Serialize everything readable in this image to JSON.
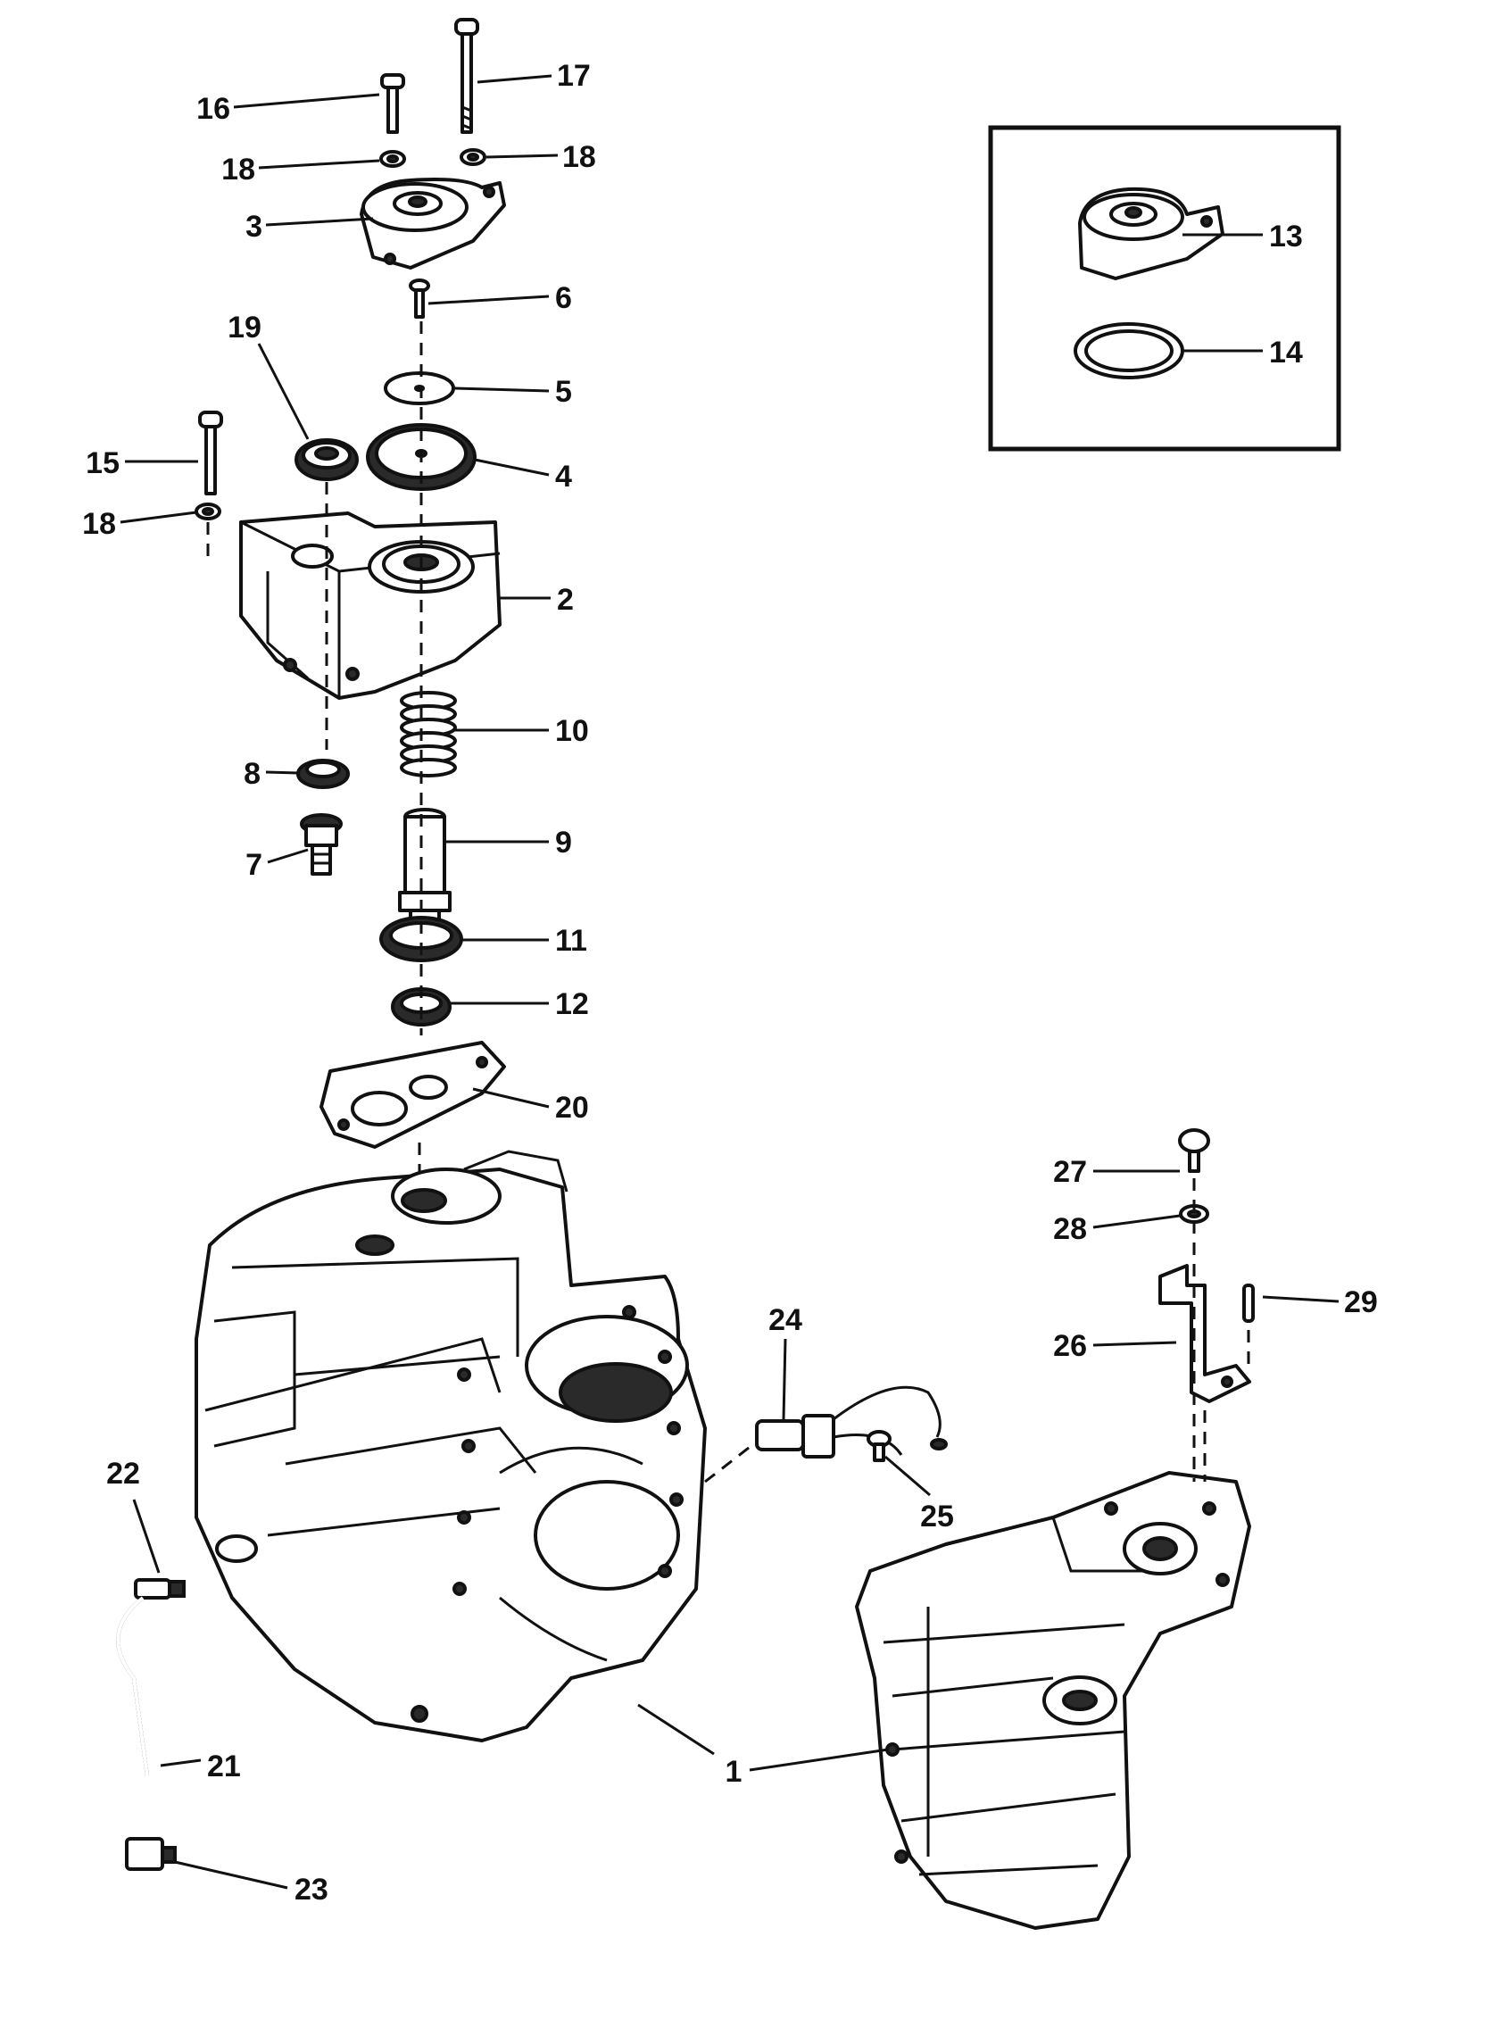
{
  "callouts": [
    {
      "id": "c1",
      "label": "1"
    },
    {
      "id": "c2",
      "label": "2"
    },
    {
      "id": "c3",
      "label": "3"
    },
    {
      "id": "c4",
      "label": "4"
    },
    {
      "id": "c5",
      "label": "5"
    },
    {
      "id": "c6",
      "label": "6"
    },
    {
      "id": "c7",
      "label": "7"
    },
    {
      "id": "c8",
      "label": "8"
    },
    {
      "id": "c9",
      "label": "9"
    },
    {
      "id": "c10",
      "label": "10"
    },
    {
      "id": "c11",
      "label": "11"
    },
    {
      "id": "c12",
      "label": "12"
    },
    {
      "id": "c13",
      "label": "13"
    },
    {
      "id": "c14",
      "label": "14"
    },
    {
      "id": "c15",
      "label": "15"
    },
    {
      "id": "c16",
      "label": "16"
    },
    {
      "id": "c17",
      "label": "17"
    },
    {
      "id": "c18a",
      "label": "18"
    },
    {
      "id": "c18b",
      "label": "18"
    },
    {
      "id": "c18c",
      "label": "18"
    },
    {
      "id": "c19",
      "label": "19"
    },
    {
      "id": "c20",
      "label": "20"
    },
    {
      "id": "c21",
      "label": "21"
    },
    {
      "id": "c22",
      "label": "22"
    },
    {
      "id": "c23",
      "label": "23"
    },
    {
      "id": "c24",
      "label": "24"
    },
    {
      "id": "c25",
      "label": "25"
    },
    {
      "id": "c26",
      "label": "26"
    },
    {
      "id": "c27",
      "label": "27"
    },
    {
      "id": "c28",
      "label": "28"
    },
    {
      "id": "c29",
      "label": "29"
    }
  ]
}
